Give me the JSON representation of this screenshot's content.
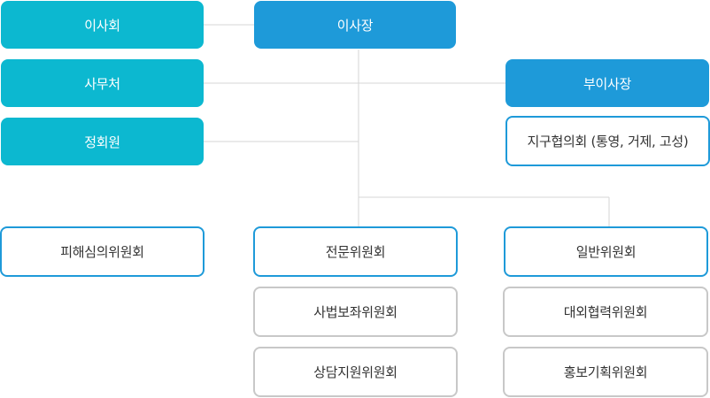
{
  "colors": {
    "teal": "#0CB8D0",
    "blue": "#1E9AD9",
    "blue_border": "#1E9AD9",
    "gray_border": "#C8C8C8",
    "line": "#D6D6D6"
  },
  "nodes": {
    "board": "이사회",
    "chairman": "이사장",
    "secretariat": "사무처",
    "vice_chairman": "부이사장",
    "regular_member": "정회원",
    "district_council": "지구협의회 (통영, 거제, 고성)",
    "damage_review_committee": "피해심의위원회",
    "expert_committee": "전문위원회",
    "general_committee": "일반위원회",
    "legal_aid_committee": "사법보좌위원회",
    "external_cooperation_committee": "대외협력위원회",
    "counseling_support_committee": "상담지원위원회",
    "public_relations_committee": "홍보기획위원회"
  }
}
